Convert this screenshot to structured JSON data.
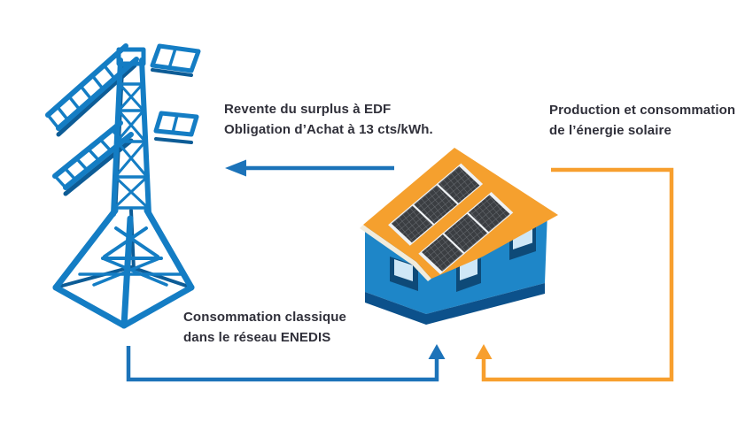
{
  "canvas": {
    "background": "#ffffff"
  },
  "labels": {
    "resale": {
      "line1": "Revente du surplus à EDF",
      "line2": "Obligation d’Achat à 13 cts/kWh."
    },
    "production": {
      "line1": "Production et consommation",
      "line2": "de l’énergie solaire"
    },
    "consumption": {
      "line1": "Consommation classique",
      "line2": "dans le réseau ENEDIS"
    }
  },
  "colors": {
    "blue_arrow": "#1c73b9",
    "orange_arrow": "#f79f2e",
    "text": "#30303a",
    "tower_main": "#147dc4",
    "tower_dark": "#0d5c96",
    "house_wall": "#1e86c8",
    "house_dark": "#0c518b",
    "roof": "#f5a02e",
    "roof_underside": "#f2ecdc",
    "panel_frame": "#eef1f4",
    "panel_cell": "#3b3e42",
    "panel_grid": "#6a6e73",
    "window_frame": "#0e4a78",
    "window_pane": "#cfe7f6"
  }
}
